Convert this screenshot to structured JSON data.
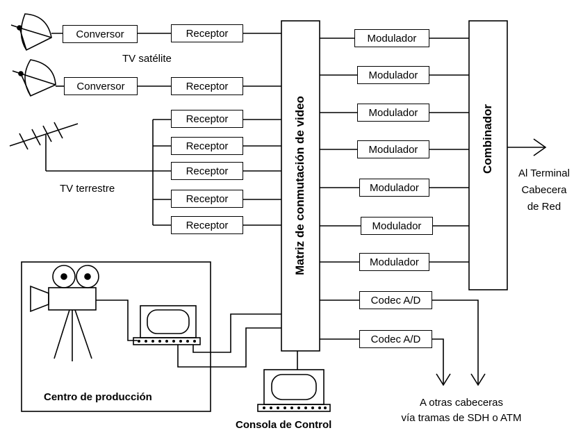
{
  "sources": {
    "satellite_label": "TV satélite",
    "terrestrial_label": "TV terrestre"
  },
  "blocks": {
    "converter": "Conversor",
    "receiver": "Receptor",
    "modulator": "Modulador",
    "codec": "Codec A/D"
  },
  "matrix": {
    "label": "Matriz de conmutación de video"
  },
  "combiner": {
    "label": "Combinador"
  },
  "output": {
    "line1": "Al Terminal",
    "line2": "Cabecera",
    "line3": "de Red"
  },
  "production": {
    "label": "Centro de producción"
  },
  "console": {
    "label": "Consola de Control"
  },
  "other_headends": {
    "line1": "A otras cabeceras",
    "line2": "vía tramas de SDH o ATM"
  }
}
